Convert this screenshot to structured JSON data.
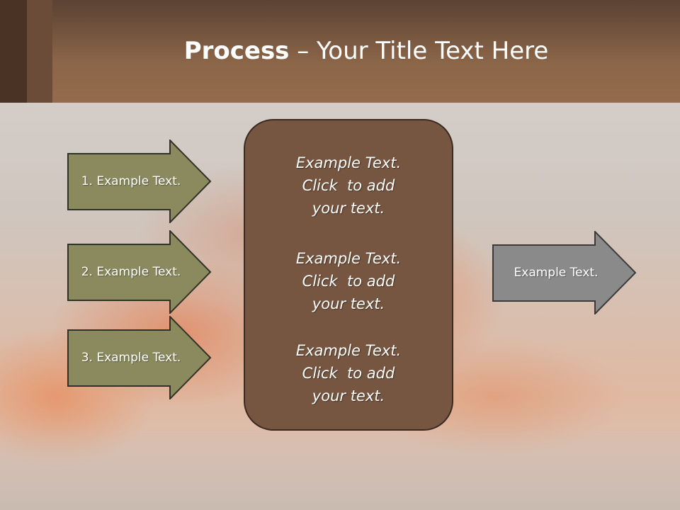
{
  "header": {
    "title_bold": "Process",
    "title_rest": " – Your Title Text Here"
  },
  "left_arrows": [
    {
      "label": "1. Example Text."
    },
    {
      "label": "2. Example Text."
    },
    {
      "label": "3. Example Text."
    }
  ],
  "center_box": {
    "blocks": [
      {
        "lines": [
          "Example Text.",
          "Click  to add",
          "your text."
        ]
      },
      {
        "lines": [
          "Example Text.",
          "Click  to add",
          "your text."
        ]
      },
      {
        "lines": [
          "Example Text.",
          "Click  to add",
          "your text."
        ]
      }
    ]
  },
  "right_arrow": {
    "label": "Example Text."
  },
  "colors": {
    "header": "#8a6548",
    "left_arrow_fill": "#8a8a5e",
    "center_box_fill": "#765640",
    "right_arrow_fill": "#8a8a8a"
  }
}
